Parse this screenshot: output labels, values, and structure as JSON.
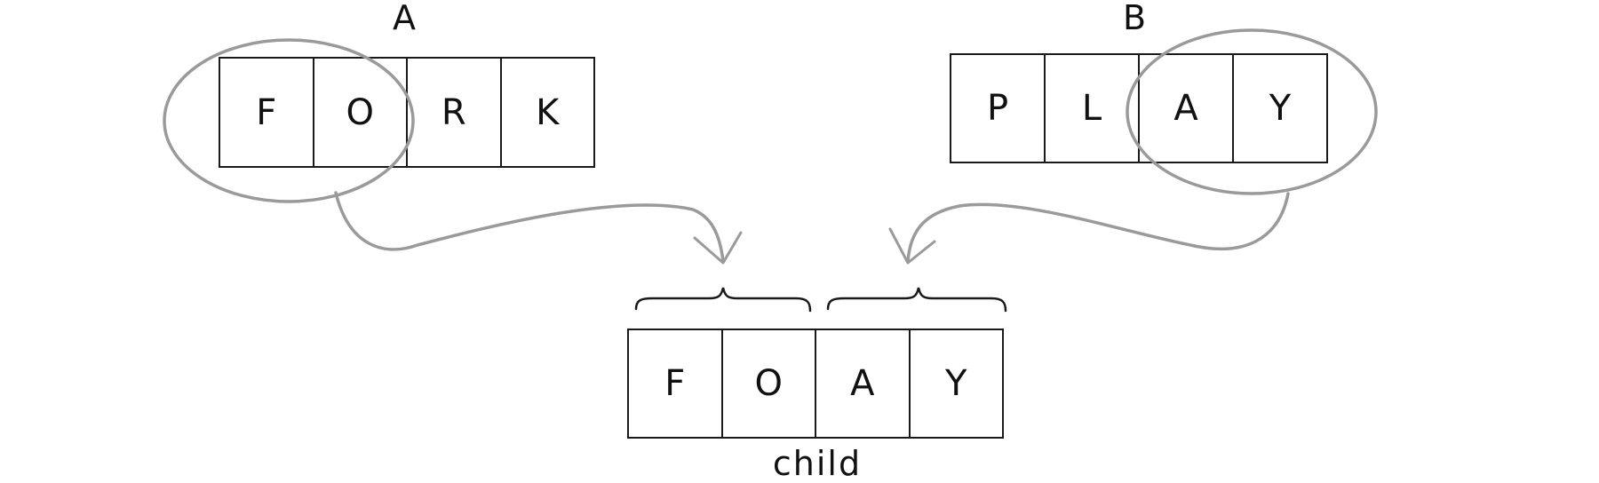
{
  "diagram": {
    "parent_a": {
      "label": "A",
      "cells": [
        "F",
        "O",
        "R",
        "K"
      ]
    },
    "parent_b": {
      "label": "B",
      "cells": [
        "P",
        "L",
        "A",
        "Y"
      ]
    },
    "child": {
      "label": "child",
      "cells": [
        "F",
        "O",
        "A",
        "Y"
      ]
    },
    "colors": {
      "box_stroke": "#1a1a1a",
      "annotation_stroke": "#9a9a9a",
      "text": "#111111"
    }
  }
}
